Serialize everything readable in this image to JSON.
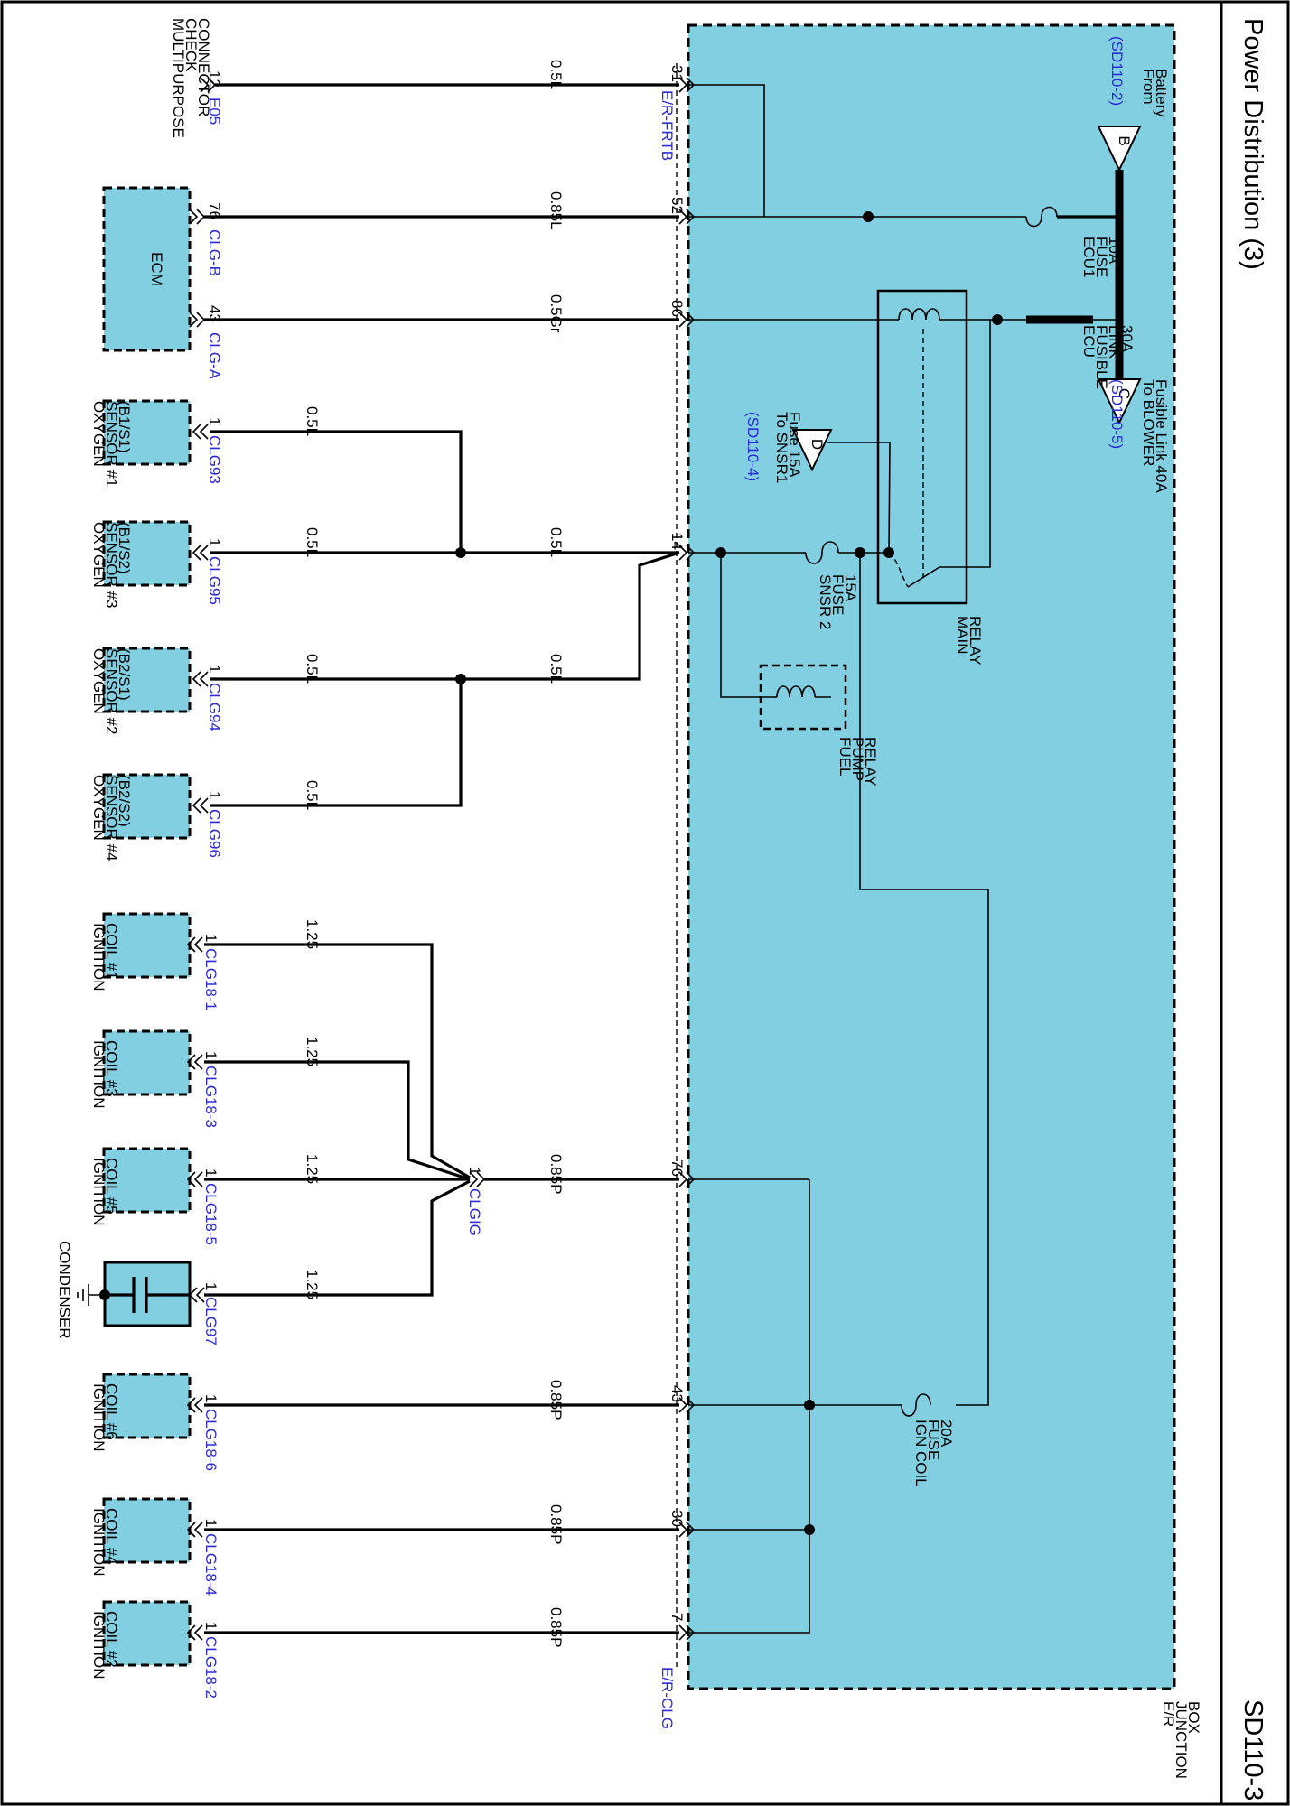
{
  "title": "Power Distribution (3)",
  "page_id": "SD110-3",
  "junction_box": [
    "E/R",
    "JUNCTION",
    "BOX"
  ],
  "jb_connectors": {
    "top": "E/R-FRTB",
    "bottom": "E/R-CLG"
  },
  "source": {
    "lines": [
      "From",
      "Battery"
    ],
    "ref": "(SD110-2)",
    "tag": "B"
  },
  "blower": {
    "lines": [
      "To BLOWER",
      "Fusible Link 40A"
    ],
    "ref": "(SD110-5)",
    "tag": "C"
  },
  "snsr1": {
    "lines": [
      "To SNSR1",
      "Fuse 15A"
    ],
    "ref": "(SD110-4)",
    "tag": "D"
  },
  "fuses": {
    "ecu1": [
      "ECU1",
      "FUSE",
      "10A"
    ],
    "ecu_link": [
      "ECU",
      "FUSIBLE",
      "LINK",
      "30A"
    ],
    "snsr2": [
      "SNSR 2",
      "FUSE",
      "15A"
    ],
    "ign_coil": [
      "IGN COIL",
      "FUSE",
      "20A"
    ]
  },
  "main_relay": [
    "MAIN",
    "RELAY"
  ],
  "fuel_pump_relay": [
    "FUEL",
    "PUMP",
    "RELAY"
  ],
  "check_connector": {
    "name": [
      "MULTIPURPOSE",
      "CHECK",
      "CONNECTOR"
    ],
    "pin": "12",
    "conn": "E05",
    "wire": "0.5L",
    "jb_pin": "31"
  },
  "ecm": {
    "name": "ECM",
    "pins": [
      {
        "pin": "76",
        "conn": "CLG-B",
        "wire": "0.85L",
        "jb_pin": "52"
      },
      {
        "pin": "43",
        "conn": "CLG-A",
        "wire": "0.5Gr",
        "jb_pin": "86"
      }
    ]
  },
  "sensors": [
    {
      "name": [
        "OXYGEN",
        "SENSOR #1",
        "(B1/S1)"
      ],
      "pin": "1",
      "conn": "CLG93",
      "wire": "0.5L"
    },
    {
      "name": [
        "OXYGEN",
        "SENSOR #3",
        "(B1/S2)"
      ],
      "pin": "1",
      "conn": "CLG95",
      "wire": "0.5L"
    },
    {
      "name": [
        "OXYGEN",
        "SENSOR #2",
        "(B2/S1)"
      ],
      "pin": "1",
      "conn": "CLG94",
      "wire": "0.5L"
    },
    {
      "name": [
        "OXYGEN",
        "SENSOR #4",
        "(B2/S2)"
      ],
      "pin": "1",
      "conn": "CLG96",
      "wire": "0.5L"
    }
  ],
  "sensor_trunks": {
    "upper_wire": "0.5L",
    "lower_wire": "0.5L",
    "jb_pin": "14"
  },
  "coils_group": [
    {
      "name": [
        "IGNITION",
        "COIL #1"
      ],
      "pin": "1",
      "conn": "CLG18-1",
      "wire": "1.25"
    },
    {
      "name": [
        "IGNITION",
        "COIL #3"
      ],
      "pin": "1",
      "conn": "CLG18-3",
      "wire": "1.25"
    },
    {
      "name": [
        "IGNITION",
        "COIL #5"
      ],
      "pin": "1",
      "conn": "CLG18-5",
      "wire": "1.25"
    }
  ],
  "condenser": {
    "name": "CONDENSER",
    "pin": "1",
    "conn": "CLG97",
    "wire": "1.25"
  },
  "clgig": {
    "conn": "CLGIG",
    "pin": "1",
    "wire": "0.85P",
    "jb_pin": "76"
  },
  "coils_direct": [
    {
      "name": [
        "IGNITION",
        "COIL #6"
      ],
      "pin": "1",
      "conn": "CLG18-6",
      "wire": "0.85P",
      "jb_pin": "43"
    },
    {
      "name": [
        "IGNITION",
        "COIL #4"
      ],
      "pin": "1",
      "conn": "CLG18-4",
      "wire": "0.85P",
      "jb_pin": "30"
    },
    {
      "name": [
        "IGNITION",
        "COIL #2"
      ],
      "pin": "1",
      "conn": "CLG18-2",
      "wire": "0.85P",
      "jb_pin": "7"
    }
  ]
}
